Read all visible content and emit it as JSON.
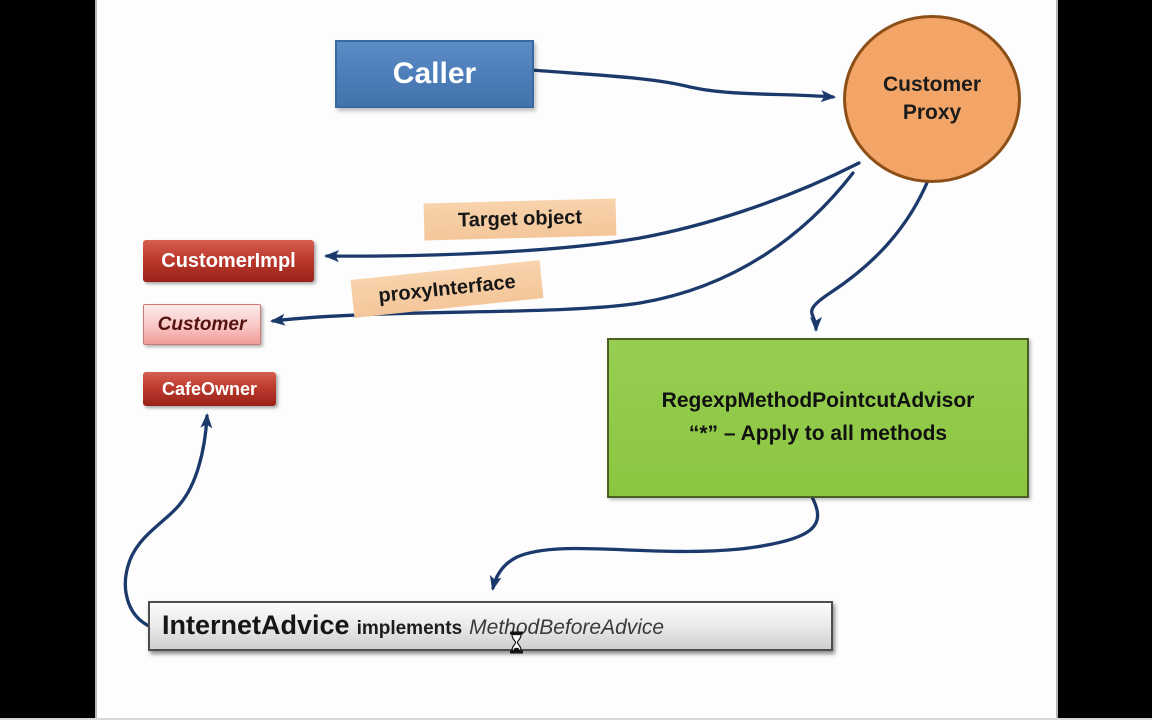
{
  "slide": {
    "nodes": {
      "caller": {
        "label": "Caller"
      },
      "customer_proxy": {
        "line1": "Customer",
        "line2": "Proxy"
      },
      "customer_impl": {
        "label": "CustomerImpl"
      },
      "customer": {
        "label": "Customer"
      },
      "cafe_owner": {
        "label": "CafeOwner"
      },
      "target_object": {
        "label": "Target object"
      },
      "proxy_interface": {
        "label": "proxyInterface"
      },
      "advisor": {
        "line1": "RegexpMethodPointcutAdvisor",
        "line2": "“*” – Apply to all methods"
      },
      "advice": {
        "class_name": "InternetAdvice",
        "keyword": "implements",
        "interface_name": "MethodBeforeAdvice"
      }
    },
    "icons": {
      "cursor": "hourglass-cursor"
    },
    "colors": {
      "arrow": "#1b3a6b",
      "caller_fill": "#4c7db8",
      "caller_border": "#3a68a0",
      "proxy_fill": "#f2a566",
      "proxy_border": "#8c4f17",
      "red_box_top": "#d65f52",
      "red_box_bottom": "#99221a",
      "customer_fill_top": "#fcebea",
      "customer_fill_bottom": "#f09c9a",
      "customer_text": "#551310",
      "tan_label_fill": "#f6cba2",
      "advisor_fill": "#8bc640",
      "advisor_border": "#4b5e23",
      "advice_bar_top": "#fcfcfc",
      "advice_bar_bottom": "#cfcfcf",
      "advice_bar_border": "#4d4d4d",
      "pillar": "#000000",
      "background": "#fdfdfd"
    }
  }
}
